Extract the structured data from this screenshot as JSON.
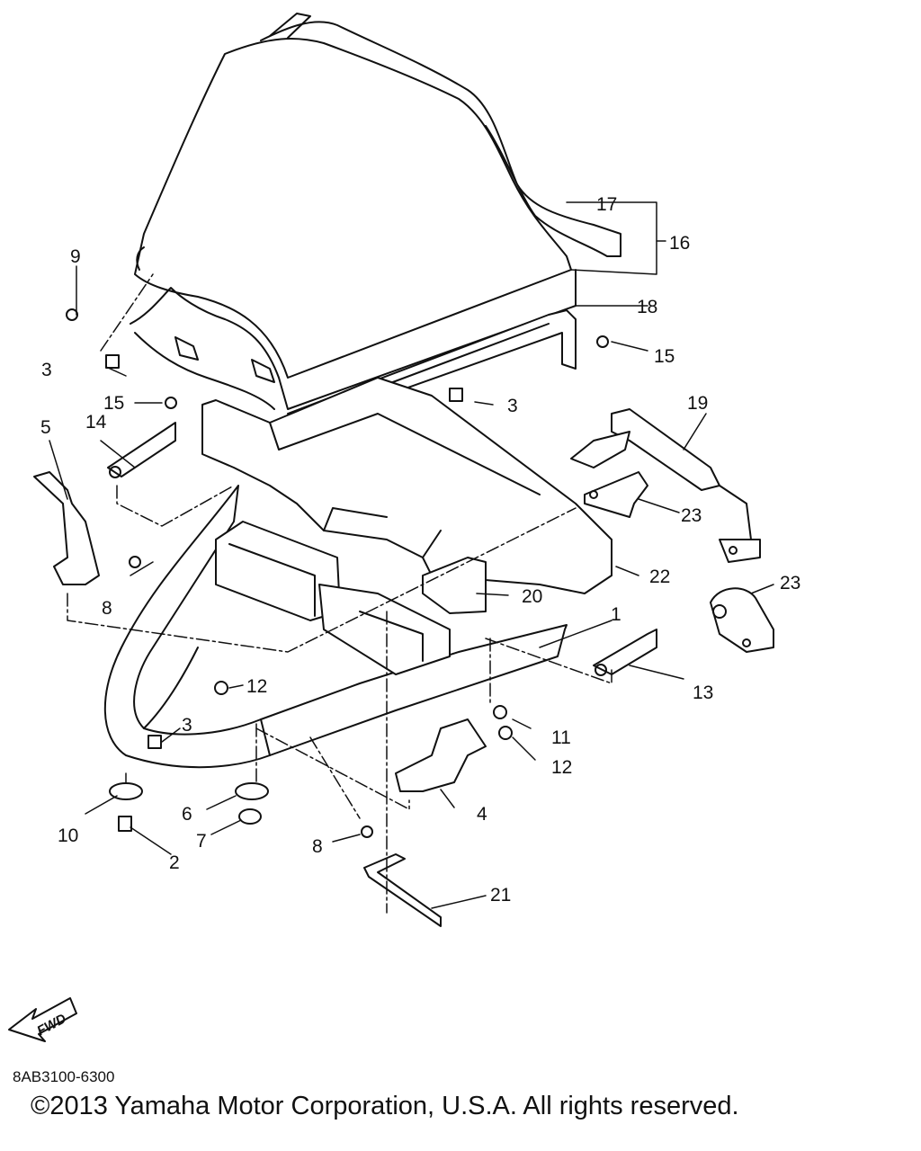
{
  "diagram": {
    "part_number": "8AB3100-6300",
    "copyright": "©2013 Yamaha Motor Corporation, U.S.A. All rights reserved.",
    "direction_arrow": "FWD",
    "callouts": [
      "1",
      "2",
      "3",
      "3",
      "3",
      "4",
      "5",
      "6",
      "7",
      "8",
      "8",
      "9",
      "10",
      "11",
      "12",
      "12",
      "13",
      "14",
      "15",
      "15",
      "16",
      "17",
      "18",
      "19",
      "20",
      "21",
      "22",
      "23",
      "23"
    ]
  }
}
